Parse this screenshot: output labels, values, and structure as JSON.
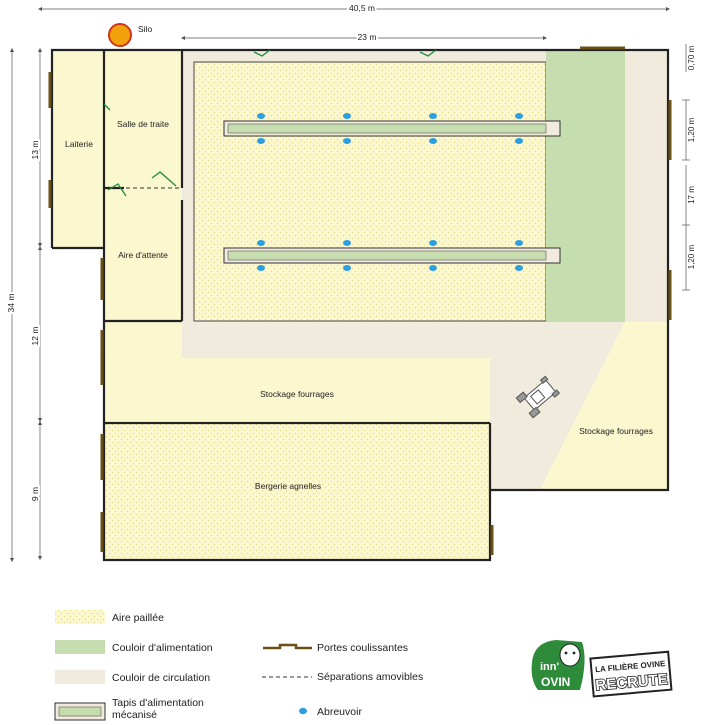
{
  "dimensions": {
    "total_width": "40,5 m",
    "inner_width": "23 m",
    "total_height": "34 m",
    "left_13": "13 m",
    "left_12": "12 m",
    "left_9": "9 m",
    "right_070": "0,70 m",
    "right_120a": "1,20 m",
    "right_17": "17 m",
    "right_120b": "1,20 m"
  },
  "rooms": {
    "silo": "Silo",
    "laiterie": "Laiterie",
    "salle_traite": "Salle de traite",
    "aire_attente": "Aire d'attente",
    "stockage_1": "Stockage fourrages",
    "stockage_2": "Stockage fourrages",
    "bergerie": "Bergerie agnelles"
  },
  "legend": {
    "aire_paillee": "Aire paillée",
    "couloir_alimentation": "Couloir d'alimentation",
    "couloir_circulation": "Couloir de circulation",
    "tapis_line1": "Tapis d'alimentation",
    "tapis_line2": "mécanisé",
    "portes": "Portes coulissantes",
    "separations": "Séparations amovibles",
    "abreuvoir": "Abreuvoir"
  },
  "logos": {
    "innovin_1": "inn'",
    "innovin_2": "OVIN",
    "filiere_1": "LA FILIÈRE OVINE",
    "filiere_2": "RECRUTE"
  },
  "colors": {
    "straw": "#fbf7cf",
    "feed_corridor": "#c6ddb0",
    "circulation": "#f1ebde",
    "wall": "#222222",
    "door": "#6b5015",
    "silo": "#f2a20c",
    "water": "#2d9ee0"
  }
}
